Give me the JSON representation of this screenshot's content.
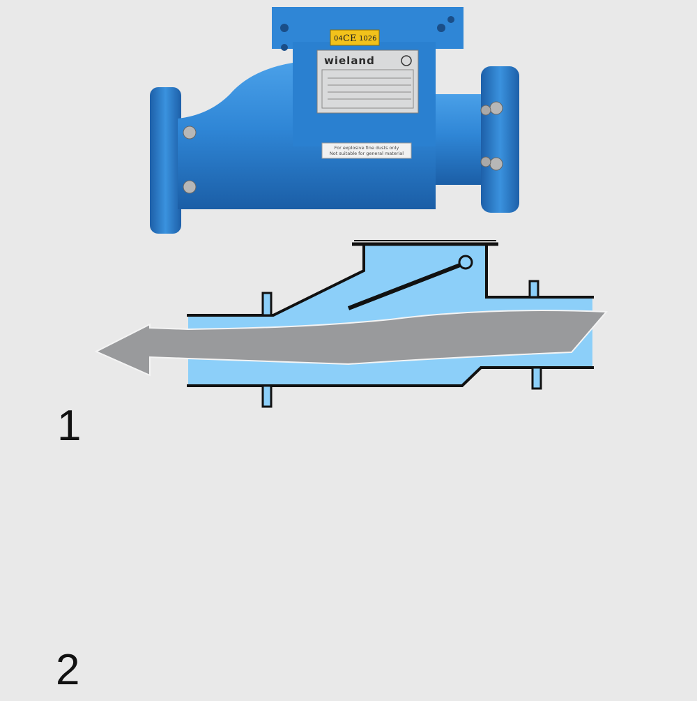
{
  "product_photo": {
    "brand": "wieland",
    "ce_marking": "CE",
    "ce_number": "1026",
    "ce_prefix": "04",
    "sticker_line_1": "For explosive fine dusts only",
    "sticker_line_2": "Not suitable for general material"
  },
  "diagrams": [
    {
      "label": "1",
      "state": "normal-flow-flap-open"
    },
    {
      "label": "2",
      "state": "explosion-flap-closed"
    }
  ],
  "colors": {
    "background": "#e9e9e9",
    "housing_blue": "#2f86d6",
    "housing_dark": "#1f5fa6",
    "pipe_fill": "#8ccff9",
    "flow_gray": "#999a9c",
    "blast_dark": "#6e6f71",
    "outline": "#111111"
  }
}
